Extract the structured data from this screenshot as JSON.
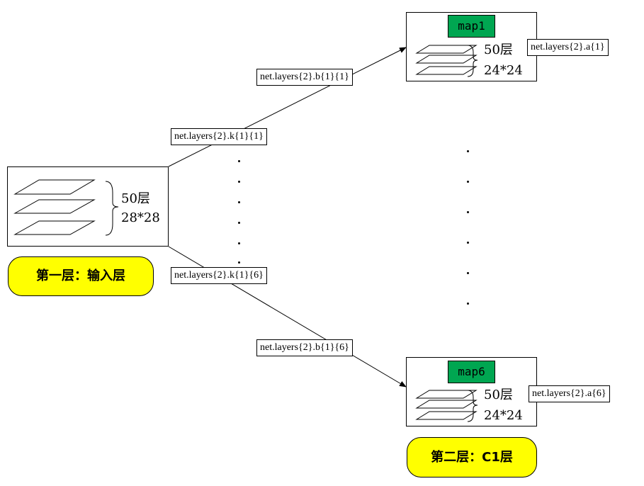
{
  "input": {
    "count": "50层",
    "size": "28*28",
    "layer_name": "第一层：输入层"
  },
  "map1": {
    "name": "map1",
    "count": "50层",
    "size": "24*24",
    "out_label": "net.layers{2}.a{1}"
  },
  "map6": {
    "name": "map6",
    "count": "50层",
    "size": "24*24",
    "out_label": "net.layers{2}.a{6}"
  },
  "edges": {
    "k_top": "net.layers{2}.k{1}{1}",
    "b_top": "net.layers{2}.b{1}{1}",
    "k_bottom": "net.layers{2}.k{1}{6}",
    "b_bottom": "net.layers{2}.b{1}{6}"
  },
  "c1_layer_name": "第二层：C1层",
  "colors": {
    "map_tag": "#00a651",
    "layer_pill": "#ffff00"
  }
}
